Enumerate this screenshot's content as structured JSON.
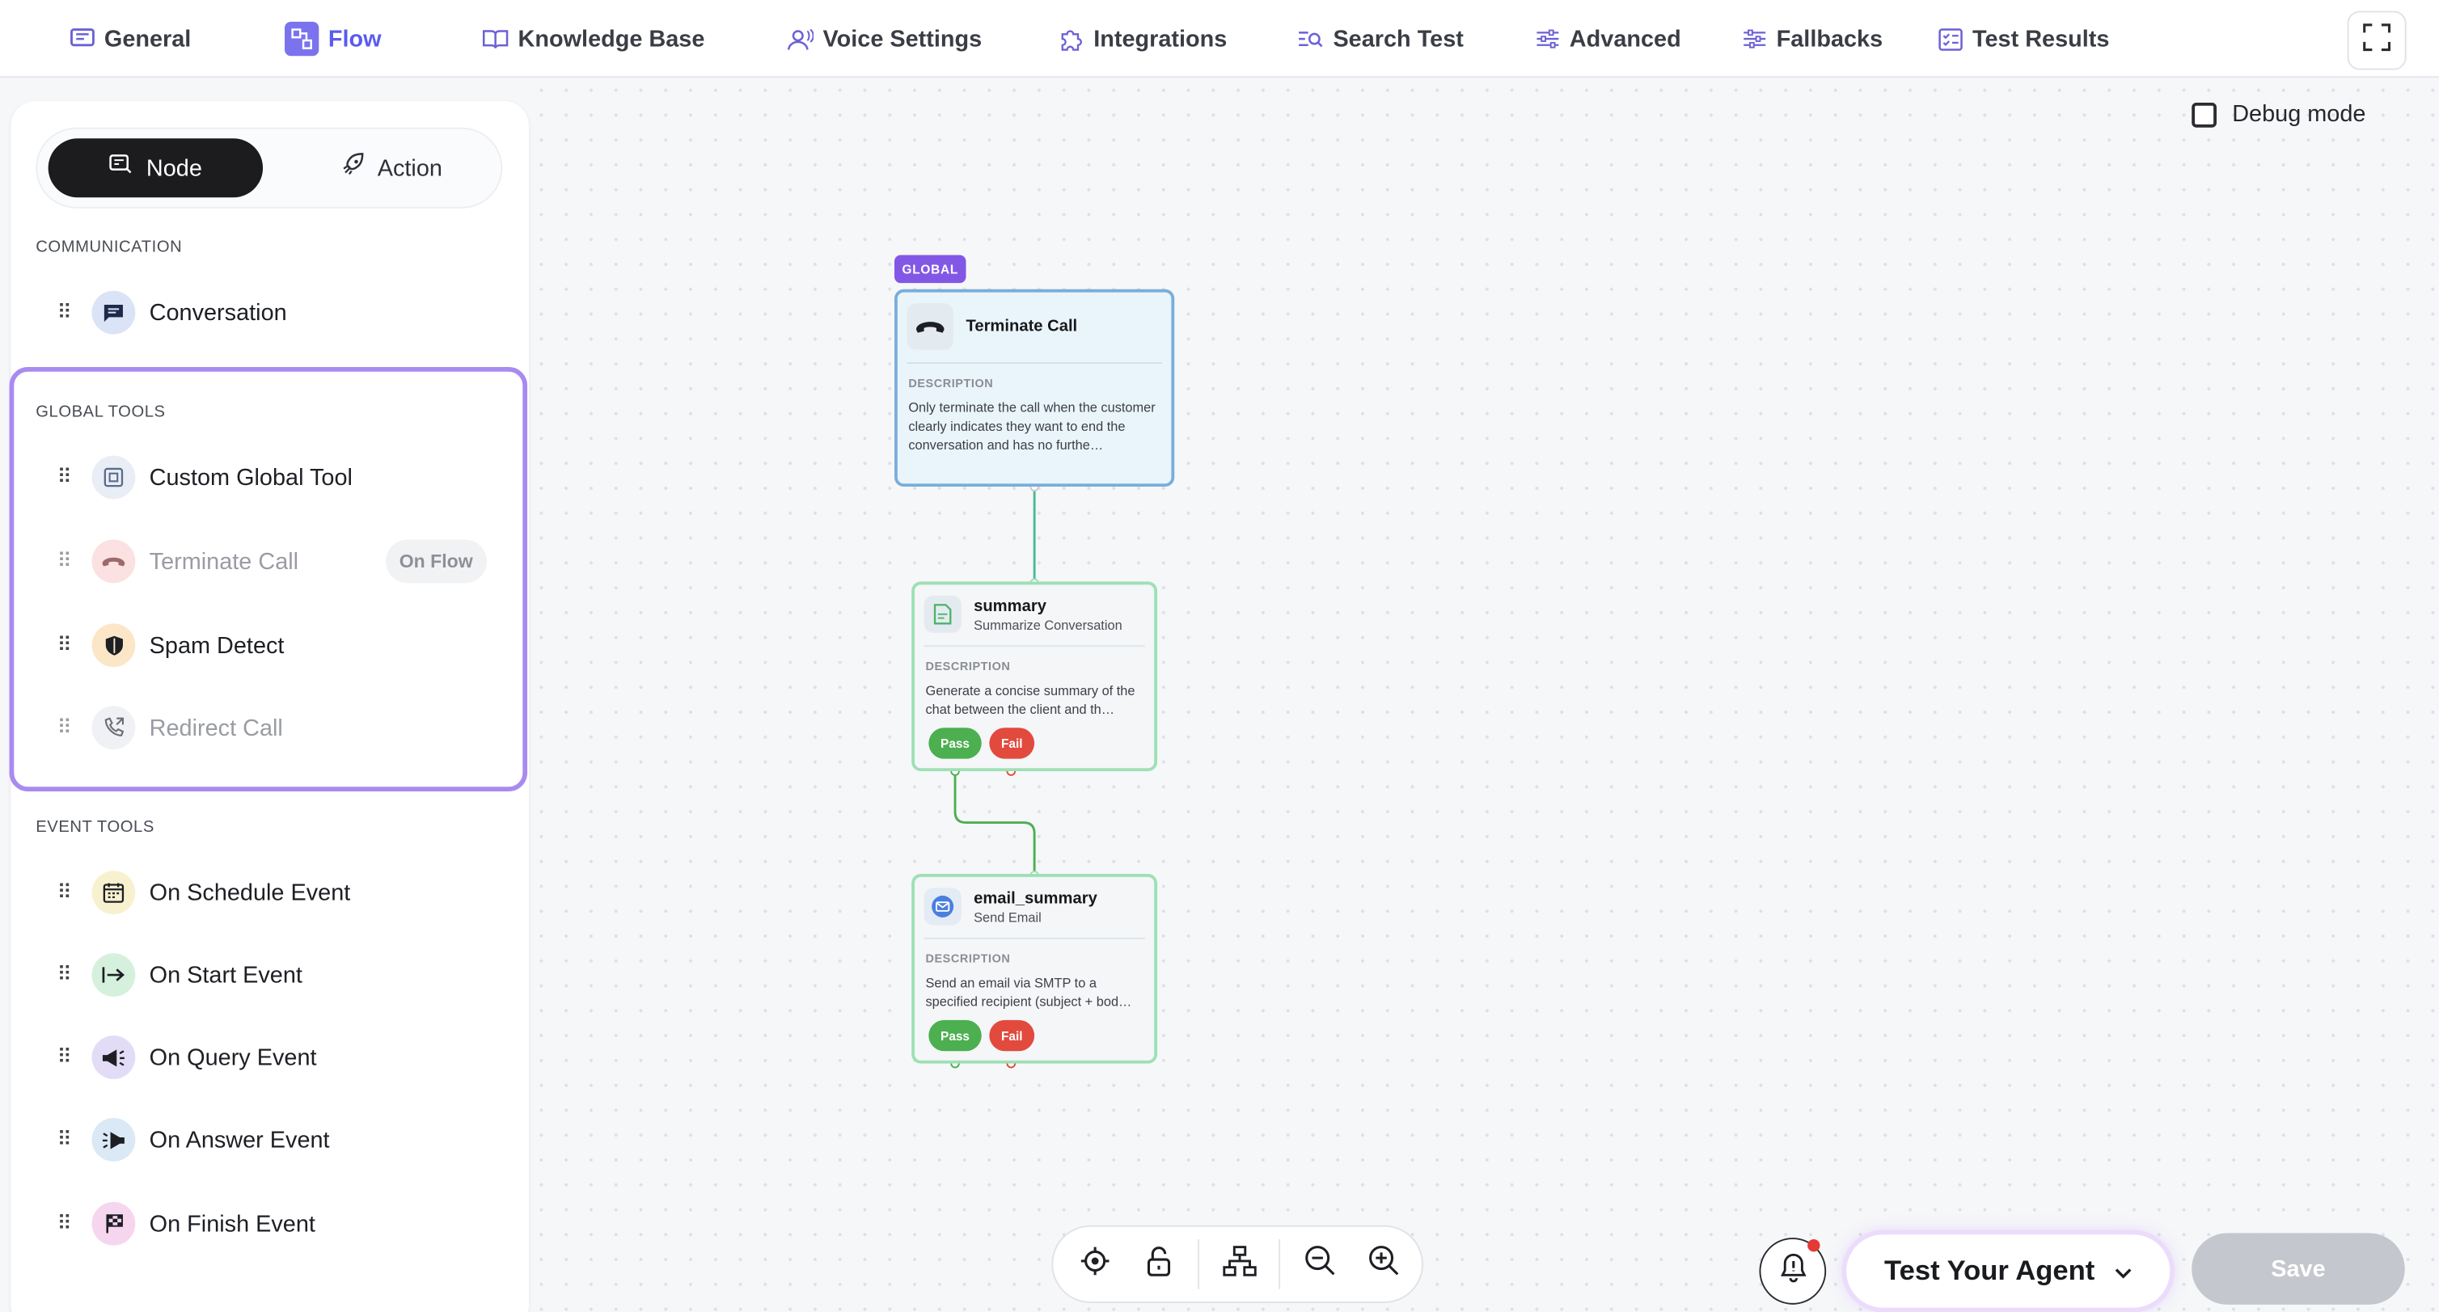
{
  "nav": {
    "tabs": [
      {
        "label": "General"
      },
      {
        "label": "Flow"
      },
      {
        "label": "Knowledge Base"
      },
      {
        "label": "Voice Settings"
      },
      {
        "label": "Integrations"
      },
      {
        "label": "Search Test"
      },
      {
        "label": "Advanced"
      },
      {
        "label": "Fallbacks"
      },
      {
        "label": "Test Results"
      }
    ],
    "active_tab": "Flow"
  },
  "sidebar": {
    "segment": {
      "node_label": "Node",
      "action_label": "Action",
      "active": "Node"
    },
    "communication": {
      "title": "COMMUNICATION",
      "items": [
        {
          "label": "Conversation",
          "icon": "chat-icon"
        }
      ]
    },
    "global_tools": {
      "title": "GLOBAL TOOLS",
      "items": [
        {
          "label": "Custom Global Tool",
          "icon": "cube-icon",
          "disabled": false
        },
        {
          "label": "Terminate Call",
          "icon": "phone-hangup-icon",
          "disabled": true,
          "badge": "On Flow"
        },
        {
          "label": "Spam Detect",
          "icon": "shield-icon",
          "disabled": false
        },
        {
          "label": "Redirect Call",
          "icon": "phone-forward-icon",
          "disabled": true
        }
      ]
    },
    "event_tools": {
      "title": "EVENT TOOLS",
      "items": [
        {
          "label": "On Schedule Event",
          "icon": "calendar-icon"
        },
        {
          "label": "On Start Event",
          "icon": "arrow-start-icon"
        },
        {
          "label": "On Query Event",
          "icon": "megaphone-icon"
        },
        {
          "label": "On Answer Event",
          "icon": "answer-icon"
        },
        {
          "label": "On Finish Event",
          "icon": "checkered-flag-icon"
        }
      ]
    }
  },
  "canvas": {
    "debug_label": "Debug mode",
    "debug_checked": false,
    "nodes": {
      "terminate": {
        "tag": "GLOBAL",
        "title": "Terminate Call",
        "desc_label": "DESCRIPTION",
        "description": "Only terminate the call when the customer clearly indicates they want to end the conversation and has no furthe…"
      },
      "summary": {
        "title": "summary",
        "subtitle": "Summarize Conversation",
        "desc_label": "DESCRIPTION",
        "description": "Generate a concise summary of the chat between the client and th…",
        "pass": "Pass",
        "fail": "Fail"
      },
      "email": {
        "title": "email_summary",
        "subtitle": "Send Email",
        "desc_label": "DESCRIPTION",
        "description": "Send an email via SMTP to a specified recipient (subject + bod…",
        "pass": "Pass",
        "fail": "Fail"
      }
    }
  },
  "toolbar": {
    "icons": [
      "locate-icon",
      "unlock-icon",
      "layout-icon",
      "zoom-out-icon",
      "zoom-in-icon"
    ]
  },
  "footer": {
    "test_label": "Test Your Agent",
    "save_label": "Save"
  },
  "colors": {
    "accent": "#5b5bef",
    "global_border": "#a98af0",
    "pass": "#4caf50",
    "fail": "#e24a3d"
  }
}
